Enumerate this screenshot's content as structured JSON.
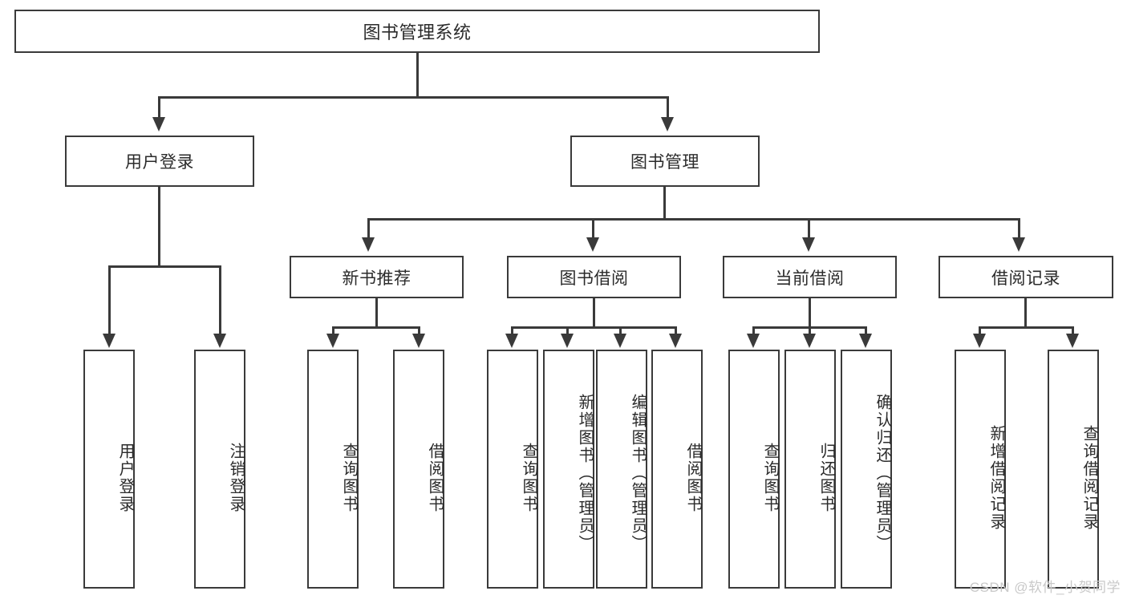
{
  "diagram": {
    "type": "tree-hierarchy-chart",
    "title": "图书管理系统",
    "watermark": "CSDN @软件_小贺同学",
    "colors": {
      "stroke": "#3a3a3a",
      "fill": "#ffffff",
      "text": "#2b2b2b",
      "watermark": "#c9c9c9"
    },
    "root": {
      "label": "图书管理系统"
    },
    "level2": [
      {
        "label": "用户登录"
      },
      {
        "label": "图书管理"
      }
    ],
    "level3": [
      {
        "label": "新书推荐"
      },
      {
        "label": "图书借阅"
      },
      {
        "label": "当前借阅"
      },
      {
        "label": "借阅记录"
      }
    ],
    "leaves": {
      "user_login": [
        {
          "label": "用户登录"
        },
        {
          "label": "注销登录"
        }
      ],
      "new_book_recommend": [
        {
          "label": "查询图书"
        },
        {
          "label": "借阅图书"
        }
      ],
      "book_borrow": [
        {
          "label": "查询图书"
        },
        {
          "label": "新增图书（管理员）"
        },
        {
          "label": "编辑图书（管理员）"
        },
        {
          "label": "借阅图书"
        }
      ],
      "current_borrow": [
        {
          "label": "查询图书"
        },
        {
          "label": "归还图书"
        },
        {
          "label": "确认归还（管理员）"
        }
      ],
      "borrow_record": [
        {
          "label": "新增借阅记录"
        },
        {
          "label": "查询借阅记录"
        }
      ]
    }
  }
}
